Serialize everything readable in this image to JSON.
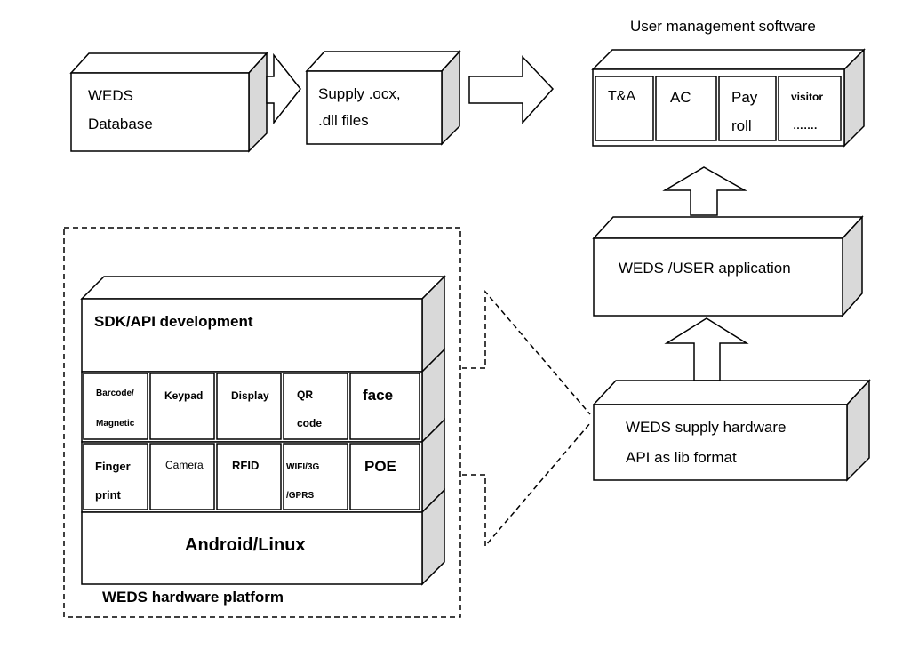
{
  "flow_top": {
    "database": {
      "line1": "WEDS",
      "line2": "Database"
    },
    "supply": {
      "line1": "Supply .ocx,",
      "line2": ".dll files"
    },
    "software": {
      "title": "User management software",
      "modules": [
        {
          "line1": "T&A",
          "line2": ""
        },
        {
          "line1": "AC",
          "line2": ""
        },
        {
          "line1": "Pay",
          "line2": "roll"
        },
        {
          "line1": "visitor",
          "line2": "……."
        }
      ]
    }
  },
  "right_stack": {
    "user_app": "WEDS /USER application",
    "hardware_api": {
      "line1": "WEDS supply hardware",
      "line2": "API as lib format"
    }
  },
  "platform": {
    "caption": "WEDS hardware platform",
    "sdk": "SDK/API development",
    "row1": [
      {
        "line1": "Barcode/",
        "line2": "Magnetic"
      },
      {
        "line1": "Keypad",
        "line2": ""
      },
      {
        "line1": "Display",
        "line2": ""
      },
      {
        "line1": "QR",
        "line2": "code"
      },
      {
        "line1": "face",
        "line2": ""
      }
    ],
    "row2": [
      {
        "line1": "Finger",
        "line2": "print"
      },
      {
        "line1": "Camera",
        "line2": ""
      },
      {
        "line1": "RFID",
        "line2": ""
      },
      {
        "line1": "WIFI/3G",
        "line2": "/GPRS"
      },
      {
        "line1": "POE",
        "line2": ""
      }
    ],
    "os": "Android/Linux"
  }
}
